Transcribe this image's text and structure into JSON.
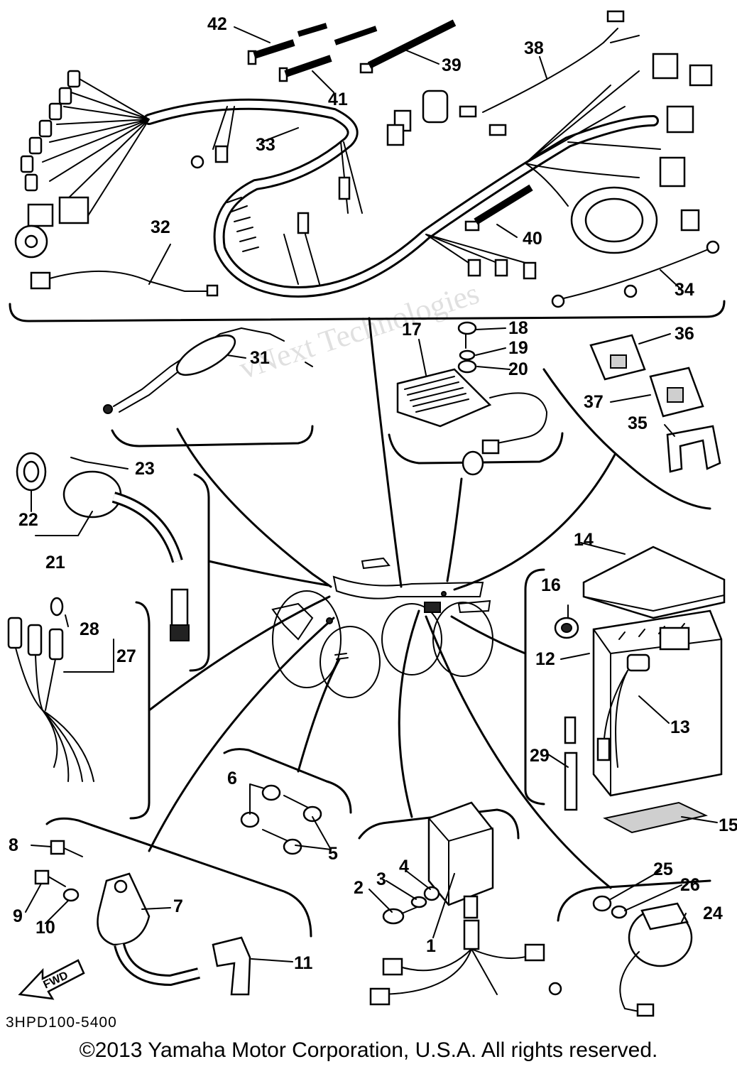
{
  "callouts": [
    {
      "id": "1",
      "label": "1"
    },
    {
      "id": "2",
      "label": "2"
    },
    {
      "id": "3",
      "label": "3"
    },
    {
      "id": "4",
      "label": "4"
    },
    {
      "id": "5",
      "label": "5"
    },
    {
      "id": "6",
      "label": "6"
    },
    {
      "id": "7",
      "label": "7"
    },
    {
      "id": "8",
      "label": "8"
    },
    {
      "id": "9",
      "label": "9"
    },
    {
      "id": "10",
      "label": "10"
    },
    {
      "id": "11",
      "label": "11"
    },
    {
      "id": "12",
      "label": "12"
    },
    {
      "id": "13",
      "label": "13"
    },
    {
      "id": "14",
      "label": "14"
    },
    {
      "id": "15",
      "label": "15"
    },
    {
      "id": "16",
      "label": "16"
    },
    {
      "id": "17",
      "label": "17"
    },
    {
      "id": "18",
      "label": "18"
    },
    {
      "id": "19",
      "label": "19"
    },
    {
      "id": "20",
      "label": "20"
    },
    {
      "id": "21",
      "label": "21"
    },
    {
      "id": "22",
      "label": "22"
    },
    {
      "id": "23",
      "label": "23"
    },
    {
      "id": "24",
      "label": "24"
    },
    {
      "id": "25",
      "label": "25"
    },
    {
      "id": "26",
      "label": "26"
    },
    {
      "id": "27",
      "label": "27"
    },
    {
      "id": "28",
      "label": "28"
    },
    {
      "id": "29",
      "label": "29"
    },
    {
      "id": "31",
      "label": "31"
    },
    {
      "id": "32",
      "label": "32"
    },
    {
      "id": "33",
      "label": "33"
    },
    {
      "id": "34",
      "label": "34"
    },
    {
      "id": "35",
      "label": "35"
    },
    {
      "id": "36",
      "label": "36"
    },
    {
      "id": "37",
      "label": "37"
    },
    {
      "id": "38",
      "label": "38"
    },
    {
      "id": "39",
      "label": "39"
    },
    {
      "id": "40",
      "label": "40"
    },
    {
      "id": "41",
      "label": "41"
    },
    {
      "id": "42",
      "label": "42"
    }
  ],
  "direction_arrow": "FWD",
  "drawing_code": "3HPD100-5400",
  "copyright": "©2013 Yamaha Motor Corporation, U.S.A. All rights reserved.",
  "watermark": "vNext Technologies"
}
